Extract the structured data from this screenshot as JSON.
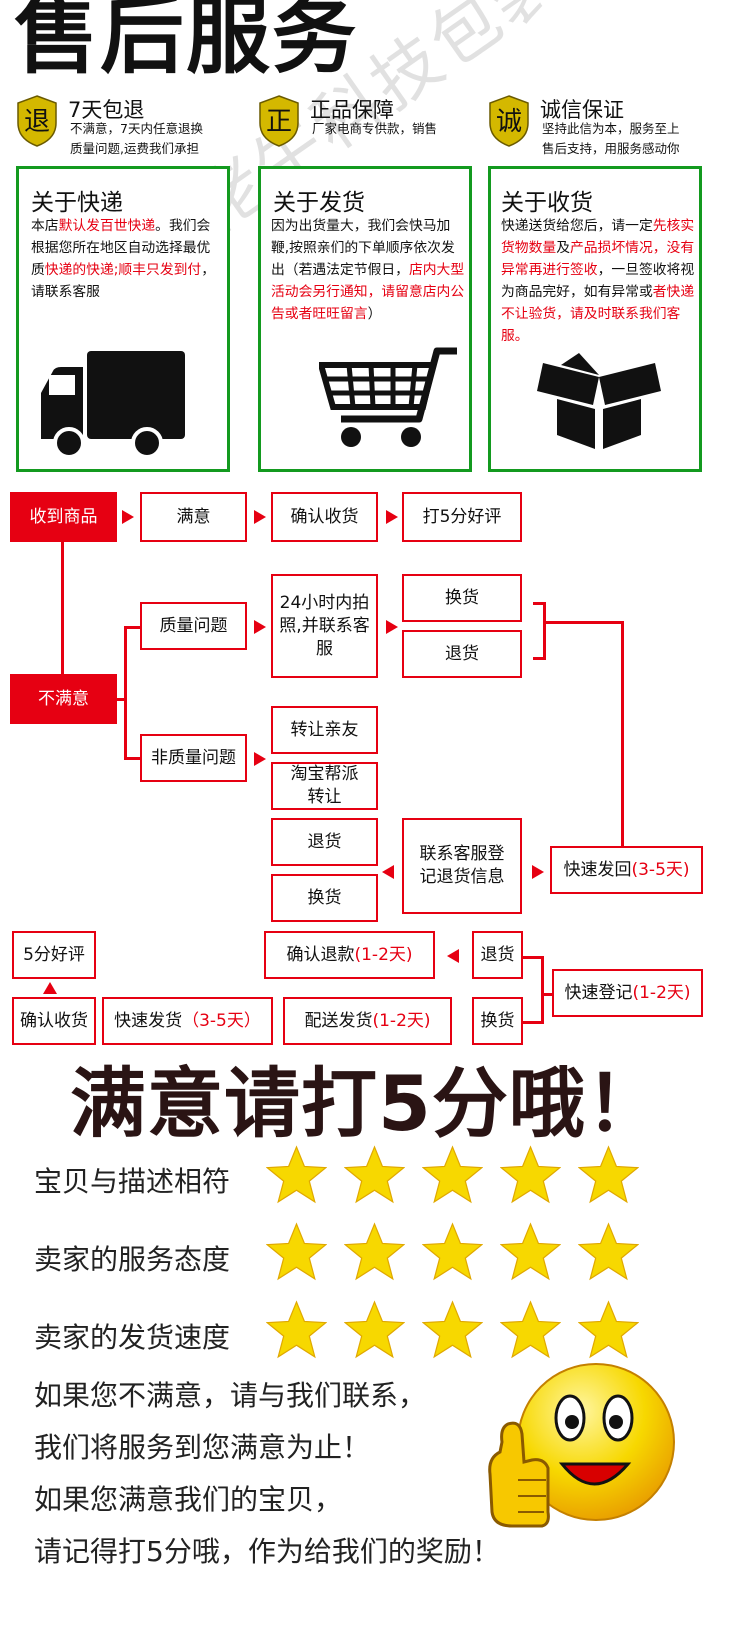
{
  "header": {
    "title": "售后服务"
  },
  "badges": [
    {
      "char": "退",
      "title": "7天包退",
      "lines": [
        "不满意，7天内任意退换",
        "质量问题,运费我们承担"
      ]
    },
    {
      "char": "正",
      "title": "正品保障",
      "lines": [
        "厂家电商专供款，销售"
      ]
    },
    {
      "char": "诚",
      "title": "诚信保证",
      "lines": [
        "坚持此信为本，服务至上",
        "售后支持，用服务感动你"
      ]
    }
  ],
  "cards": {
    "express": {
      "title": "关于快递",
      "text_parts": [
        "本店",
        "默认发百世快递",
        "。我们会根据您所在地区自动选择最优质",
        "快递的快递;顺丰只发到付",
        "，请联系客服"
      ]
    },
    "shipping": {
      "title": "关于发货",
      "text_parts": [
        "因为出货量大，我们会快马加鞭,按照亲们的下单顺序依次发出（若遇法定节假日，",
        "店内大型活动会另行通知，请留意店内公告或者旺旺留言",
        "）"
      ]
    },
    "receiving": {
      "title": "关于收货",
      "text_parts": [
        "快递送货给您后，请一定",
        "先核实货物数量",
        "及",
        "产品损坏情况，没有异常再进行签收",
        "，一旦签收将视为商品完好，如有异常或",
        "者快递不让验货，请及时联系我们客服。"
      ]
    }
  },
  "flow": {
    "received": "收到商品",
    "satisfied": "满意",
    "confirm_receipt": "确认收货",
    "give_5": "打5分好评",
    "unsatisfied": "不满意",
    "quality_issue": "质量问题",
    "within_24h": "24小时内拍照,并联系客服",
    "exchange": "换货",
    "return": "退货",
    "non_quality": "非质量问题",
    "transfer_friend": "转让亲友",
    "taobao_transfer": "淘宝帮派转让",
    "return2": "退货",
    "exchange2": "换货",
    "contact_service": "联系客服登记退货信息",
    "quick_return_prefix": "快速发回",
    "quick_return_days": "(3-5天)",
    "five_star": "5分好评",
    "confirm_refund_prefix": "确认退款",
    "confirm_refund_days": "(1-2天)",
    "return3": "退货",
    "quick_register_prefix": "快速登记",
    "quick_register_days": "(1-2天)",
    "confirm_receipt2": "确认收货",
    "quick_ship_prefix": "快速发货",
    "quick_ship_days": "（3-5天）",
    "deliver_prefix": "配送发货",
    "deliver_days": "(1-2天)",
    "exchange3": "换货"
  },
  "slogan": "满意请打5分哦！",
  "ratings": {
    "items": [
      {
        "label": "宝贝与描述相符",
        "stars": 5
      },
      {
        "label": "卖家的服务态度",
        "stars": 5
      },
      {
        "label": "卖家的发货速度",
        "stars": 5
      }
    ],
    "max": 5
  },
  "closing": [
    "如果您不满意，请与我们联系，",
    "我们将服务到您满意为止！",
    "如果您满意我们的宝贝，",
    "请记得打5分哦，作为给我们的奖励！"
  ],
  "watermark": "佬牛科技包装用品",
  "colors": {
    "accent": "#e60012",
    "card_border": "#139a1f",
    "star": "#f7d800"
  }
}
